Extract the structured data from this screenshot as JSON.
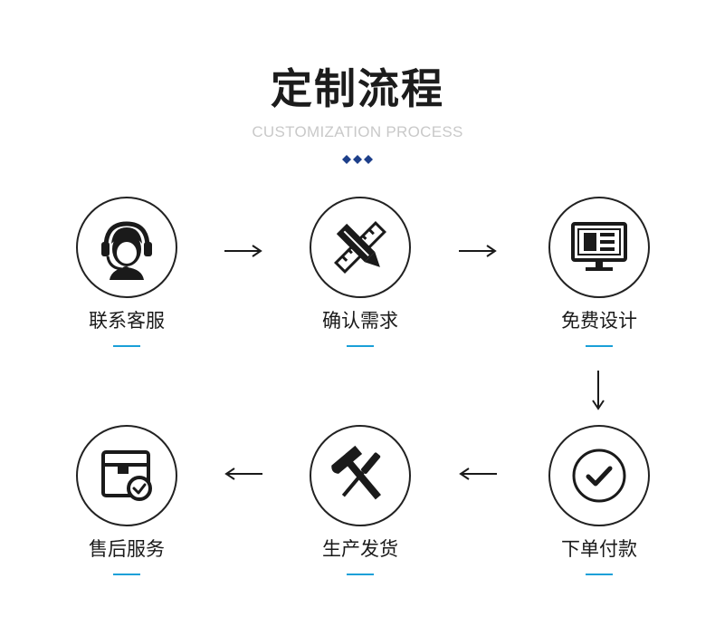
{
  "header": {
    "title": "定制流程",
    "subtitle": "CUSTOMIZATION PROCESS",
    "accent_color": "#1d3f8a"
  },
  "steps": [
    {
      "label": "联系客服",
      "icon": "customer-service-headset-icon"
    },
    {
      "label": "确认需求",
      "icon": "pencil-ruler-icon"
    },
    {
      "label": "免费设计",
      "icon": "monitor-design-icon"
    },
    {
      "label": "下单付款",
      "icon": "check-circle-icon"
    },
    {
      "label": "生产发货",
      "icon": "hammer-screwdriver-icon"
    },
    {
      "label": "售后服务",
      "icon": "box-check-icon"
    }
  ],
  "underline_color": "#1aa0d8"
}
